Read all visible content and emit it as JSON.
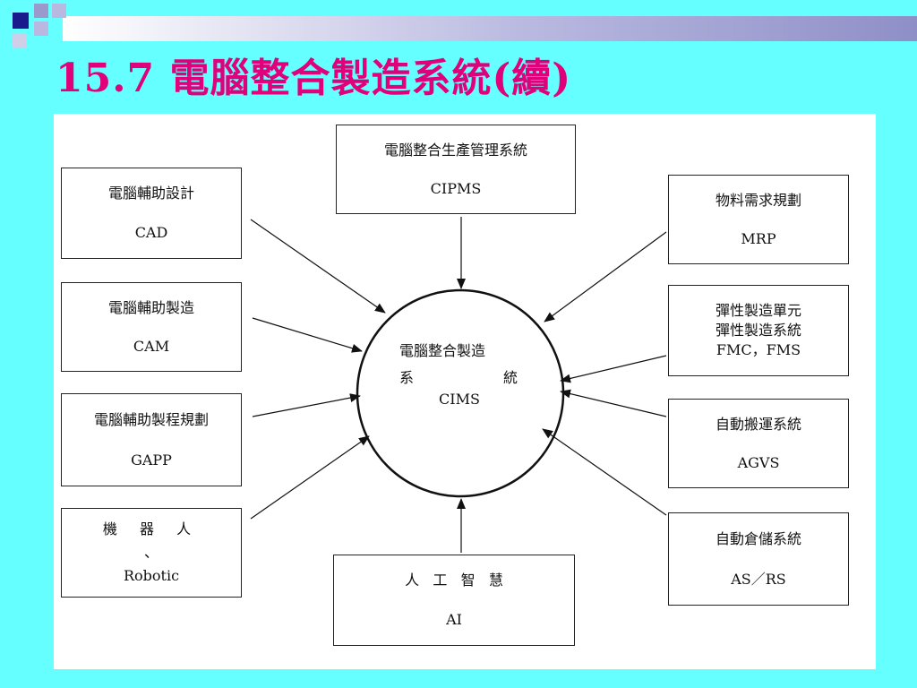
{
  "slide": {
    "title": "15.7 電腦整合製造系統(續)",
    "colors": {
      "background": "#66FFFF",
      "title": "#E0007A",
      "deco_dark": "#1a1a8c",
      "deco_light": "#9999cc"
    }
  },
  "diagram": {
    "center": {
      "line1": "電腦整合製造",
      "line2a": "系",
      "line2b": "統",
      "line3": "CIMS"
    },
    "nodes": {
      "cad": {
        "label": "電腦輔助設計",
        "abbr": "CAD"
      },
      "cam": {
        "label": "電腦輔助製造",
        "abbr": "CAM"
      },
      "gapp": {
        "label": "電腦輔助製程規劃",
        "abbr": "GAPP"
      },
      "robot": {
        "label": "機 器 人",
        "mark": "、",
        "abbr": "Robotic"
      },
      "cipms": {
        "label": "電腦整合生產管理系統",
        "abbr": "CIPMS"
      },
      "ai": {
        "label": "人   工   智   慧",
        "abbr": "AI"
      },
      "mrp": {
        "label": "物料需求規劃",
        "abbr": "MRP"
      },
      "fmc": {
        "label": "彈性製造單元",
        "label2": "彈性製造系統",
        "abbr": "FMC，FMS"
      },
      "agvs": {
        "label": "自動搬運系統",
        "abbr": "AGVS"
      },
      "asrs": {
        "label": "自動倉儲系統",
        "abbr": "AS／RS"
      }
    }
  }
}
